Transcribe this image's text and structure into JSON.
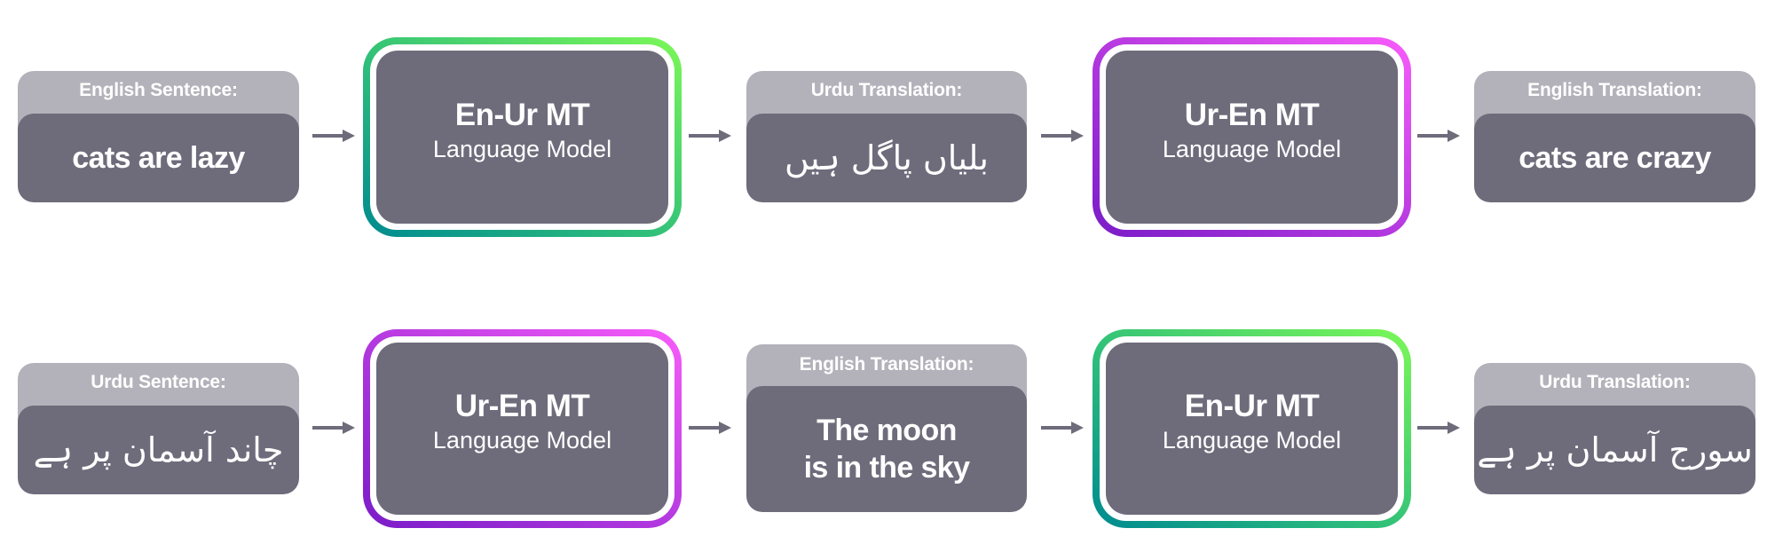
{
  "colors": {
    "card_header": "#b3b2ba",
    "card_body": "#6e6c7b",
    "arrow": "#6e6b7b",
    "green_gradient": [
      "#008a90",
      "#7cf857"
    ],
    "purple_gradient": [
      "#7a1cc8",
      "#f85cfa"
    ]
  },
  "rows": [
    {
      "input": {
        "label": "English Sentence:",
        "text": "cats are lazy",
        "lang": "en"
      },
      "model1": {
        "title": "En-Ur MT",
        "subtitle": "Language Model",
        "ring": "green"
      },
      "middle": {
        "label": "Urdu Translation:",
        "text": "بلیاں پاگل ہیں",
        "lang": "ur"
      },
      "model2": {
        "title": "Ur-En MT",
        "subtitle": "Language Model",
        "ring": "purple"
      },
      "output": {
        "label": "English Translation:",
        "text": "cats are crazy",
        "lang": "en"
      }
    },
    {
      "input": {
        "label": "Urdu Sentence:",
        "text": "چاند آسمان پر ہے",
        "lang": "ur"
      },
      "model1": {
        "title": "Ur-En MT",
        "subtitle": "Language Model",
        "ring": "purple"
      },
      "middle": {
        "label": "English Translation:",
        "text": "The moon\nis in the sky",
        "line1": "The moon",
        "line2": "is in the sky",
        "lang": "en"
      },
      "model2": {
        "title": "En-Ur MT",
        "subtitle": "Language Model",
        "ring": "green"
      },
      "output": {
        "label": "Urdu Translation:",
        "text": "سورج آسمان پر ہے",
        "lang": "ur"
      }
    }
  ],
  "icons": {
    "arrow": "right-arrow"
  }
}
